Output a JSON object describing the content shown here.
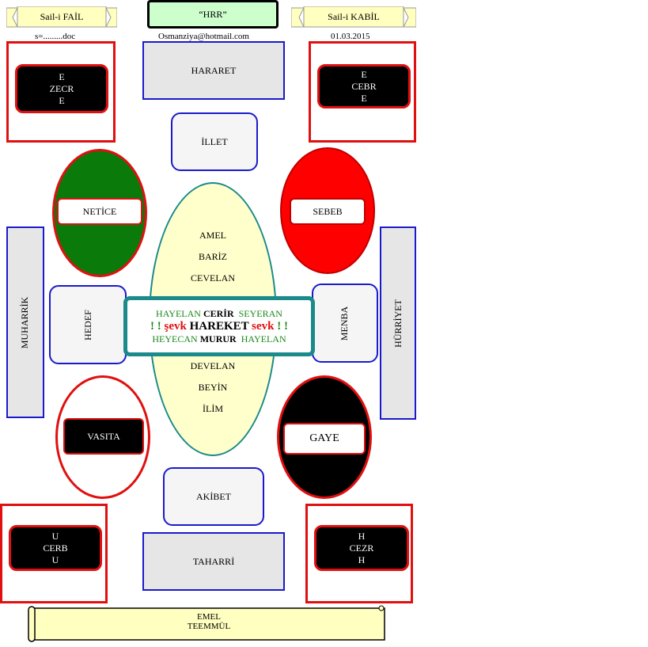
{
  "header": {
    "left_banner": "Sail-i FAİL",
    "left_sub": "s=.........doc",
    "center_title": "“HRR”",
    "center_email": "Osmanziya@hotmail.com",
    "right_banner": "Sail-i KABİL",
    "right_date": "01.03.2015"
  },
  "corners": {
    "top_left": [
      "E",
      "ZECR",
      "E"
    ],
    "top_right": [
      "E",
      "CEBR",
      "E"
    ],
    "bottom_left": [
      "U",
      "CERB",
      "U"
    ],
    "bottom_right": [
      "H",
      "CEZR",
      "H"
    ]
  },
  "boxes": {
    "hararet": "HARARET",
    "illet": "İLLET",
    "akibet": "AKİBET",
    "taharri": "TAHARRİ",
    "muharrik": "MUHARRİK",
    "hurriyet": "HÜRRİYET",
    "hedef": "HEDEF",
    "menba": "MENBA"
  },
  "circles": {
    "netice": "NETİCE",
    "sebeb": "SEBEB",
    "vasita": "VASITA",
    "gaye": "GAYE"
  },
  "ellipse_words": {
    "top": [
      "AMEL",
      "BARİZ",
      "CEVELAN"
    ],
    "bottom": [
      "DEVELAN",
      "BEYİN",
      "İLİM"
    ]
  },
  "center_box": {
    "line1": [
      "HAYELAN",
      "CERİR",
      "SEYERAN"
    ],
    "line2": [
      "! !",
      "şevk",
      "HAREKET",
      "sevk",
      "! !"
    ],
    "line3": [
      "HEYECAN",
      "MURUR",
      "HAYELAN"
    ]
  },
  "scroll": {
    "line1": "EMEL",
    "line2": "TEEMMÜL"
  },
  "colors": {
    "frame_red": "#e01010",
    "frame_blue": "#1a1acc",
    "green_circle": "#0a7a0a",
    "red_circle": "#ff0000",
    "ellipse_fill": "#ffffcc",
    "ellipse_border": "#1a8a8a",
    "center_border": "#1a8a8a",
    "title_bg": "#ccffcc"
  }
}
